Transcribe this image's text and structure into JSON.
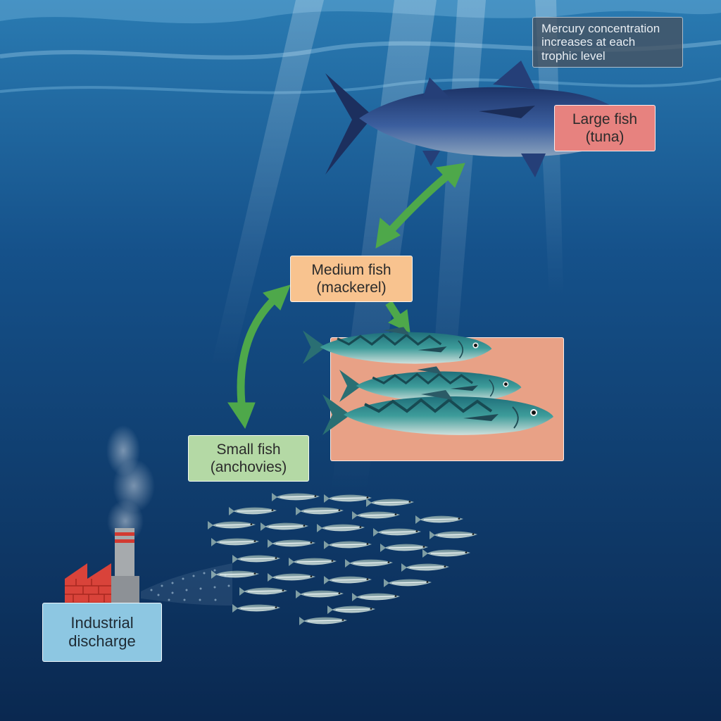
{
  "diagram": {
    "note": {
      "lines": [
        "Mercury concentration",
        "increases at each",
        "trophic level"
      ]
    },
    "levels": {
      "large": {
        "line1": "Large fish",
        "line2": "(tuna)",
        "color": "#e7827f"
      },
      "medium": {
        "line1": "Medium fish",
        "line2": "(mackerel)",
        "color": "#f8c38f"
      },
      "small": {
        "line1": "Small fish",
        "line2": "(anchovies)",
        "color": "#b4d9a5"
      },
      "source": {
        "line1": "Industrial",
        "line2": "discharge",
        "color": "#8dc7e2"
      }
    },
    "arrow_color": "#4ea84a",
    "water_colors": [
      "#1f6ea3",
      "#0f3f73",
      "#0a2850"
    ]
  }
}
